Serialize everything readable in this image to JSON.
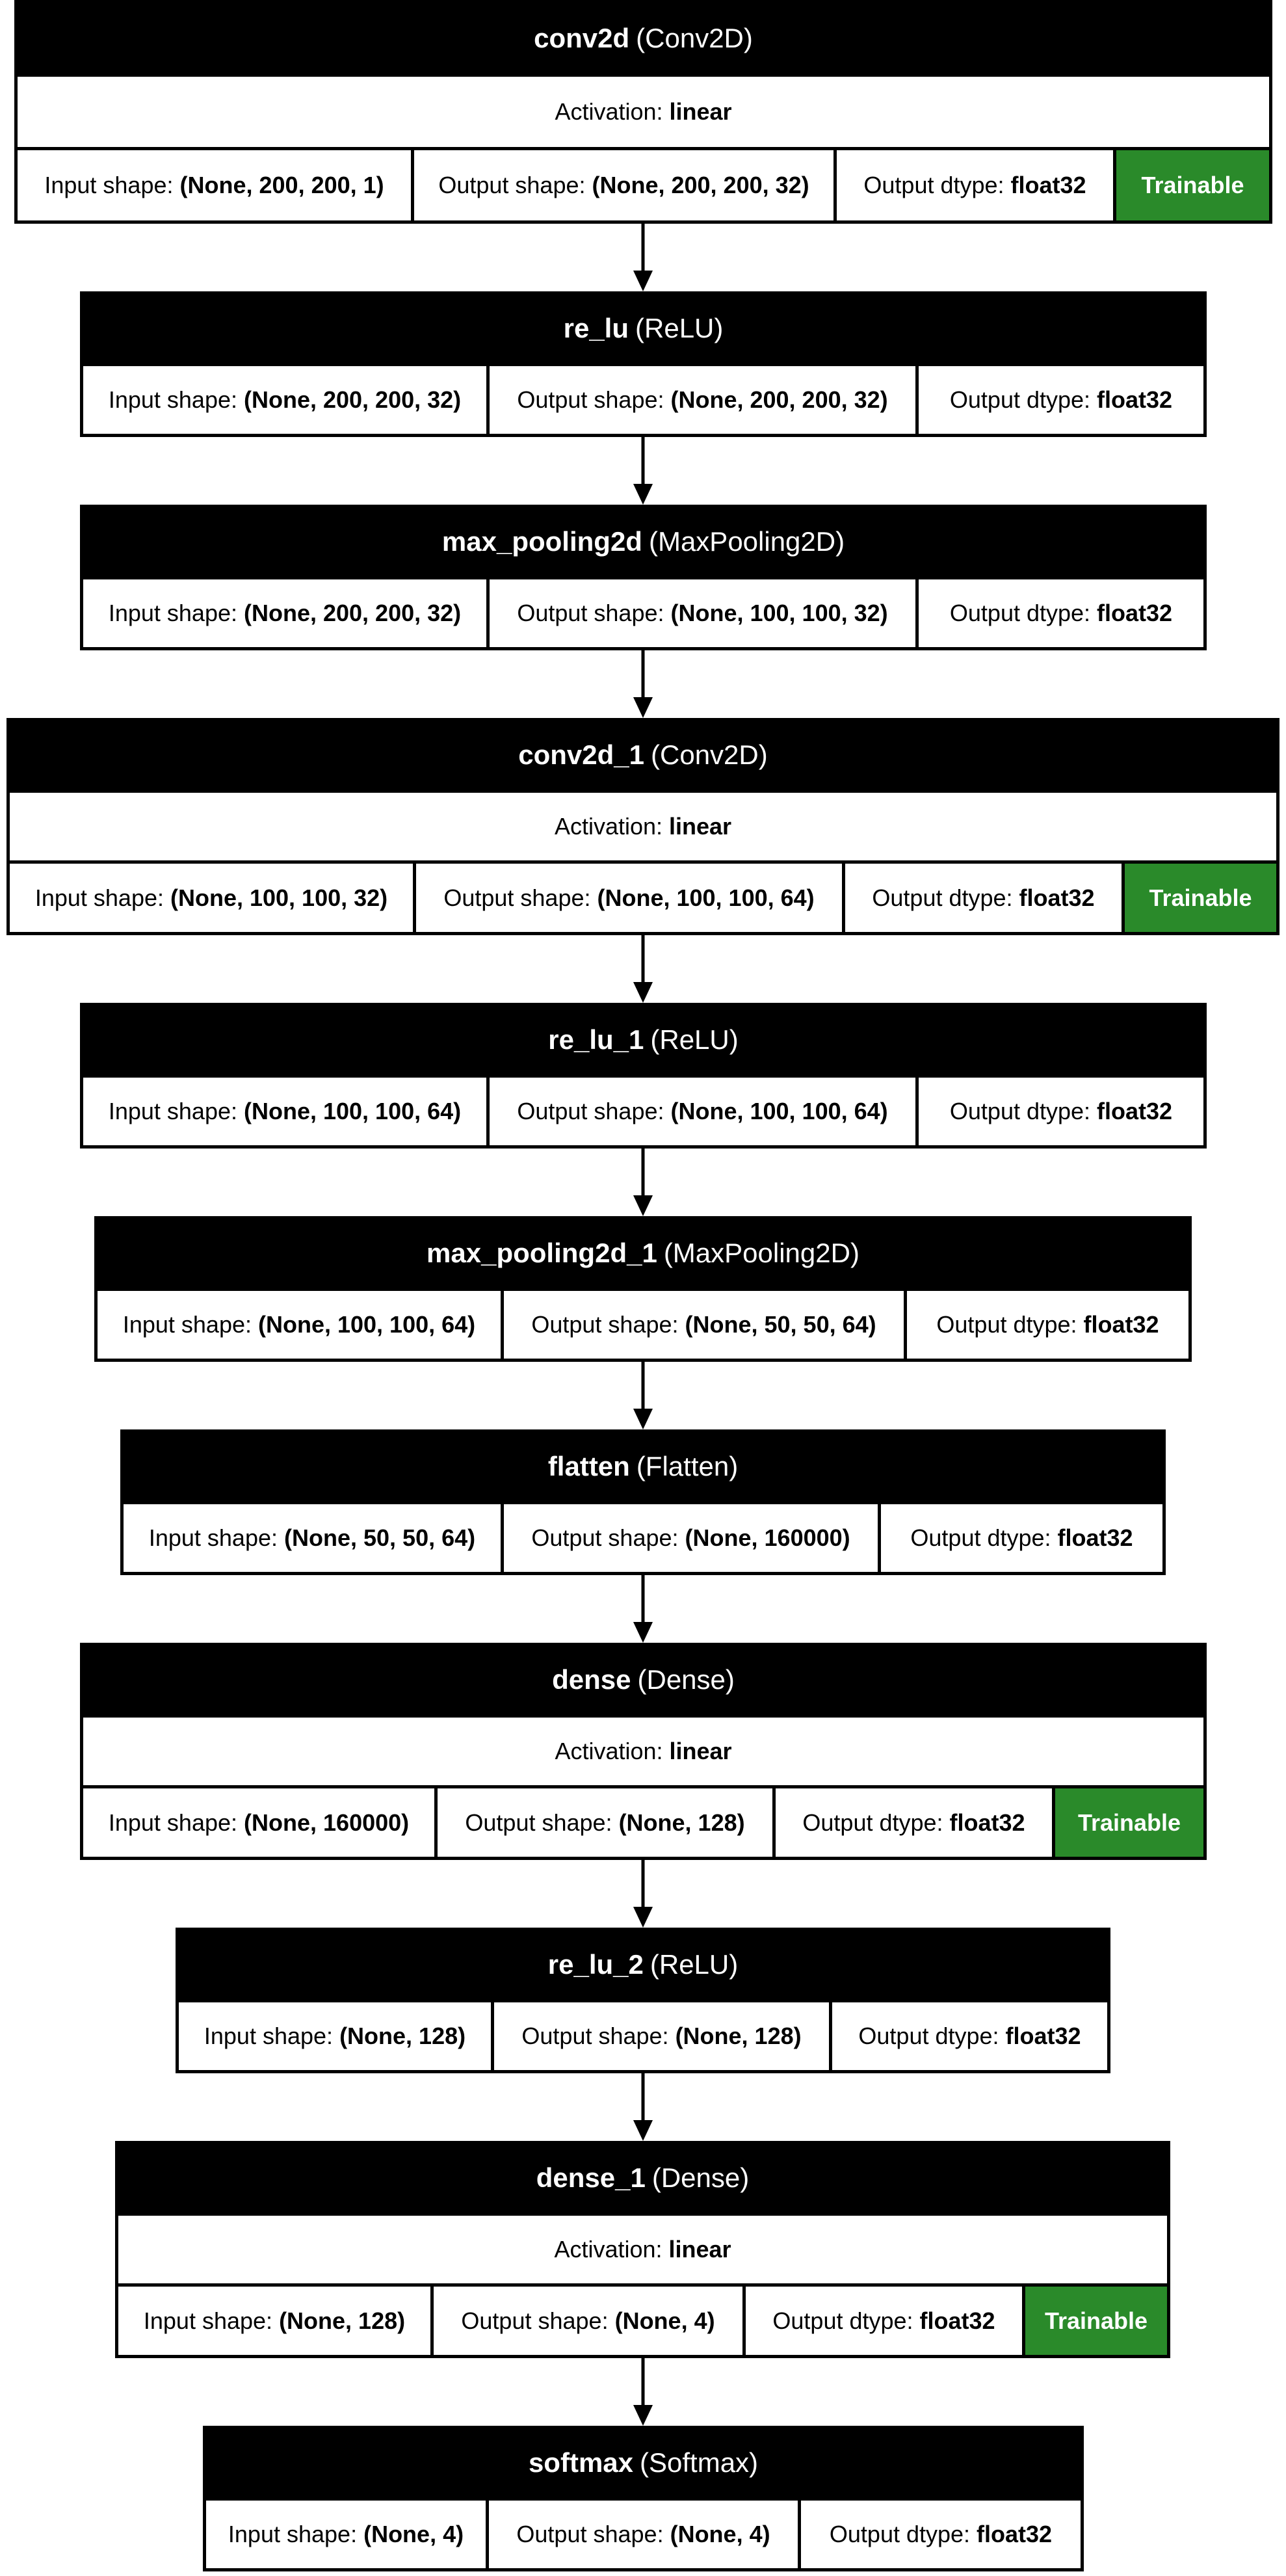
{
  "layers": [
    {
      "name": "conv2d",
      "type": "(Conv2D)",
      "activation_label": "Activation:",
      "activation": "linear",
      "input_label": "Input shape:",
      "input": "(None, 200, 200, 1)",
      "output_label": "Output shape:",
      "output": "(None, 200, 200, 32)",
      "dtype_label": "Output dtype:",
      "dtype": "float32",
      "trainable": "Trainable"
    },
    {
      "name": "re_lu",
      "type": "(ReLU)",
      "input_label": "Input shape:",
      "input": "(None, 200, 200, 32)",
      "output_label": "Output shape:",
      "output": "(None, 200, 200, 32)",
      "dtype_label": "Output dtype:",
      "dtype": "float32"
    },
    {
      "name": "max_pooling2d",
      "type": "(MaxPooling2D)",
      "input_label": "Input shape:",
      "input": "(None, 200, 200, 32)",
      "output_label": "Output shape:",
      "output": "(None, 100, 100, 32)",
      "dtype_label": "Output dtype:",
      "dtype": "float32"
    },
    {
      "name": "conv2d_1",
      "type": "(Conv2D)",
      "activation_label": "Activation:",
      "activation": "linear",
      "input_label": "Input shape:",
      "input": "(None, 100, 100, 32)",
      "output_label": "Output shape:",
      "output": "(None, 100, 100, 64)",
      "dtype_label": "Output dtype:",
      "dtype": "float32",
      "trainable": "Trainable"
    },
    {
      "name": "re_lu_1",
      "type": "(ReLU)",
      "input_label": "Input shape:",
      "input": "(None, 100, 100, 64)",
      "output_label": "Output shape:",
      "output": "(None, 100, 100, 64)",
      "dtype_label": "Output dtype:",
      "dtype": "float32"
    },
    {
      "name": "max_pooling2d_1",
      "type": "(MaxPooling2D)",
      "input_label": "Input shape:",
      "input": "(None, 100, 100, 64)",
      "output_label": "Output shape:",
      "output": "(None, 50, 50, 64)",
      "dtype_label": "Output dtype:",
      "dtype": "float32"
    },
    {
      "name": "flatten",
      "type": "(Flatten)",
      "input_label": "Input shape:",
      "input": "(None, 50, 50, 64)",
      "output_label": "Output shape:",
      "output": "(None, 160000)",
      "dtype_label": "Output dtype:",
      "dtype": "float32"
    },
    {
      "name": "dense",
      "type": "(Dense)",
      "activation_label": "Activation:",
      "activation": "linear",
      "input_label": "Input shape:",
      "input": "(None, 160000)",
      "output_label": "Output shape:",
      "output": "(None, 128)",
      "dtype_label": "Output dtype:",
      "dtype": "float32",
      "trainable": "Trainable"
    },
    {
      "name": "re_lu_2",
      "type": "(ReLU)",
      "input_label": "Input shape:",
      "input": "(None, 128)",
      "output_label": "Output shape:",
      "output": "(None, 128)",
      "dtype_label": "Output dtype:",
      "dtype": "float32"
    },
    {
      "name": "dense_1",
      "type": "(Dense)",
      "activation_label": "Activation:",
      "activation": "linear",
      "input_label": "Input shape:",
      "input": "(None, 128)",
      "output_label": "Output shape:",
      "output": "(None, 4)",
      "dtype_label": "Output dtype:",
      "dtype": "float32",
      "trainable": "Trainable"
    },
    {
      "name": "softmax",
      "type": "(Softmax)",
      "input_label": "Input shape:",
      "input": "(None, 4)",
      "output_label": "Output shape:",
      "output": "(None, 4)",
      "dtype_label": "Output dtype:",
      "dtype": "float32"
    }
  ],
  "colors": {
    "header": "#000000",
    "trainable": "#2a8a2a",
    "arrow": "#000000"
  }
}
